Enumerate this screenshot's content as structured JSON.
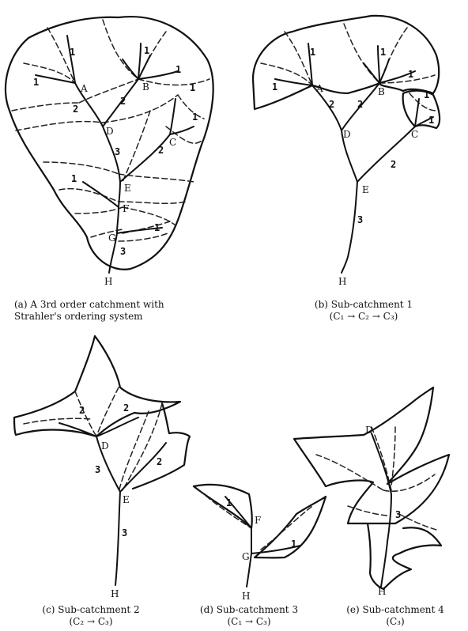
{
  "panels": {
    "a": {
      "caption_line1": "(a) A 3rd order catchment with",
      "caption_line2": "Strahler's ordering system"
    },
    "b": {
      "caption_line1": "(b) Sub-catchment 1",
      "caption_line2": "(C₁ → C₂ → C₃)"
    },
    "c": {
      "caption_line1": "(c) Sub-catchment 2",
      "caption_line2": "(C₂ → C₃)"
    },
    "d": {
      "caption_line1": "(d) Sub-catchment 3",
      "caption_line2": "(C₁ → C₃)"
    },
    "e": {
      "caption_line1": "(e) Sub-catchment 4",
      "caption_line2": "(C₃)"
    }
  },
  "node_labels": {
    "A": "A",
    "B": "B",
    "C": "C",
    "D": "D",
    "E": "E",
    "F": "F",
    "G": "G",
    "H": "H"
  },
  "order_labels": {
    "one": "1",
    "two": "2",
    "three": "3"
  }
}
